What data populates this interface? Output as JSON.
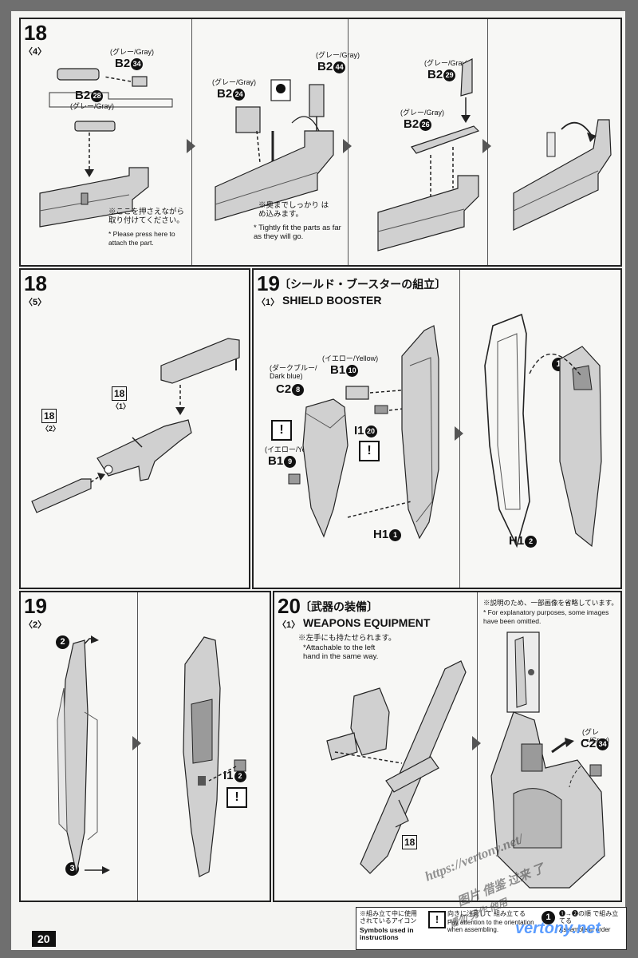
{
  "page_number": "20",
  "steps": {
    "s18_4": {
      "step": "18",
      "sub": "〈4〉",
      "parts": [
        {
          "label": "(グレー/Gray)",
          "code": "B2",
          "num": "34"
        },
        {
          "label": "(グレー/Gray)",
          "code": "B2",
          "num": "28"
        },
        {
          "label": "(グレー/Gray)",
          "code": "B2",
          "num": "24"
        },
        {
          "label": "(グレー/Gray)",
          "code": "B2",
          "num": "44"
        },
        {
          "label": "(グレー/Gray)",
          "code": "B2",
          "num": "29"
        },
        {
          "label": "(グレー/Gray)",
          "code": "B2",
          "num": "26"
        }
      ],
      "note_press_jp": "※ここを押さえながら 取り付けてください。",
      "note_press_en": "* Please press here to attach the part.",
      "note_fit_jp": "※奥までしっかり はめ込みます。",
      "note_fit_en": "* Tightly fit the parts as far as they will go."
    },
    "s18_5": {
      "step": "18",
      "sub": "〈5〉",
      "tag1_step": "18",
      "tag1_sub": "〈1〉",
      "tag2_step": "18",
      "tag2_sub": "〈2〉"
    },
    "s19_1": {
      "step": "19",
      "sub": "〈1〉",
      "title_jp": "〔シールド・ブースターの組立〕",
      "title_en": "SHIELD BOOSTER",
      "parts": [
        {
          "label": "(イエロー/Yellow)",
          "code": "B1",
          "num": "10"
        },
        {
          "label": "(ダークブルー/ Dark blue)",
          "code": "C2",
          "num": "8"
        },
        {
          "label": "",
          "code": "I1",
          "num": "20"
        },
        {
          "label": "(イエロー/Yellow)",
          "code": "B1",
          "num": "9"
        },
        {
          "label": "",
          "code": "H1",
          "num": "1"
        },
        {
          "label": "",
          "code": "H1",
          "num": "2"
        }
      ],
      "order_mark": "1"
    },
    "s19_2": {
      "step": "19",
      "sub": "〈2〉",
      "order_a": "2",
      "order_b": "3",
      "part": {
        "code": "I1",
        "num": "2"
      }
    },
    "s20_1": {
      "step": "20",
      "sub": "〈1〉",
      "title_jp": "〔武器の装備〕",
      "title_en": "WEAPONS EQUIPMENT",
      "note_left_jp": "※左手にも持たせられます。",
      "note_left_en": "*Attachable to the left hand in the same way.",
      "note_omit_jp": "※説明のため、一部画像を省略しています。",
      "note_omit_en": "* For explanatory purposes, some images have been omitted.",
      "part": {
        "label": "(グレー/Gray)",
        "code": "C2",
        "num": "34"
      },
      "tag_step": "18"
    }
  },
  "legend": {
    "symbols_jp": "※組み立て中に使用 されているアイコン",
    "symbols_en": "Symbols used in instructions",
    "warn_mark": "!",
    "attention_jp": "向きに注意して 組み立てる",
    "attention_en": "Pay attention to the orientation when assembling.",
    "order_mark": "1",
    "order_jp": "❶→❷の順 で組み立てる",
    "order_en": "Assemble in order"
  },
  "watermark": {
    "url": "https://vertony.net/",
    "cn1": "图片 借鉴 过来 了",
    "cn2": "请勿 另作 他用",
    "brand": "vertony.net"
  },
  "colors": {
    "paper": "#f4f4f2",
    "line": "#222222",
    "part_fill": "#cfcfcf",
    "part_dark": "#9a9a9a",
    "brand": "#5a9cff"
  }
}
